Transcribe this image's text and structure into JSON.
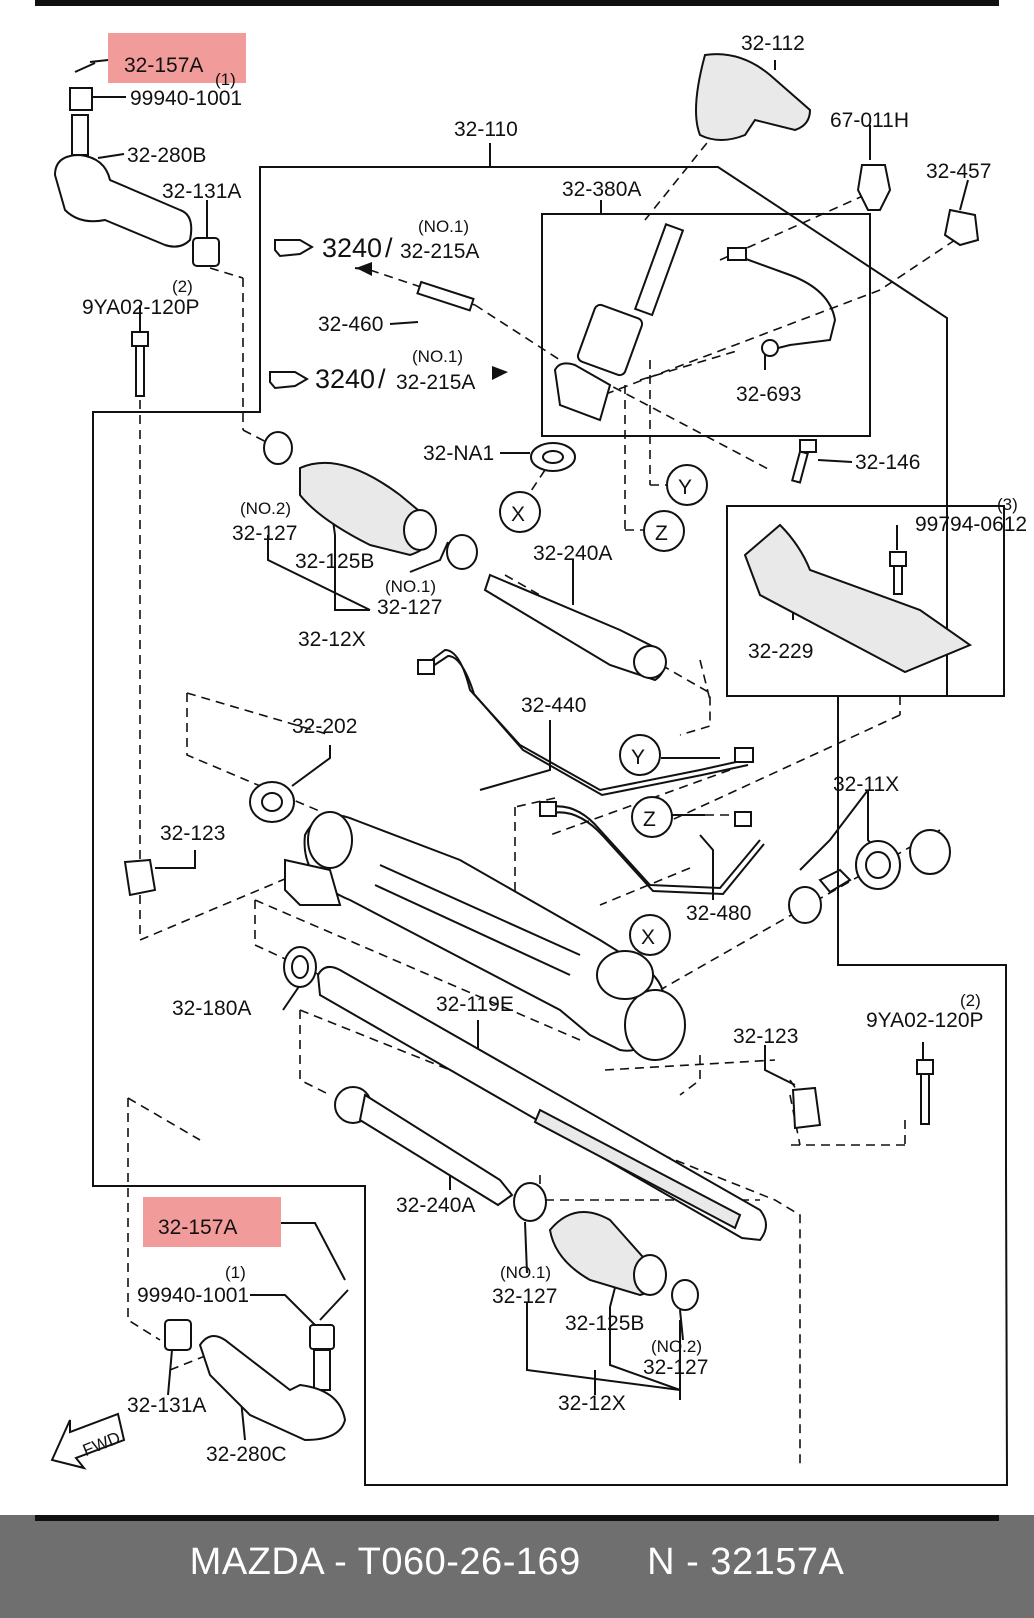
{
  "diagram": {
    "labels": {
      "p32_157A_top": "32-157A",
      "qty_1_top": "(1)",
      "p99940_1001_top": "99940-1001",
      "p32_280B": "32-280B",
      "p32_131A_top": "32-131A",
      "qty_2_top": "(2)",
      "p9YA02_120P_top": "9YA02-120P",
      "p32_110": "32-110",
      "p32_112": "32-112",
      "p67_011H": "67-011H",
      "p32_457": "32-457",
      "p32_380A": "32-380A",
      "ref_3240_a": "3240",
      "ref_no1_a": "(NO.1)",
      "ref_215A_a": "32-215A",
      "p32_460": "32-460",
      "ref_3240_b": "3240",
      "ref_no1_b": "(NO.1)",
      "ref_215A_b": "32-215A",
      "p32_693": "32-693",
      "p32_NA1": "32-NA1",
      "p32_146": "32-146",
      "mark_X_top": "X",
      "mark_Y_top": "Y",
      "mark_Z_top": "Z",
      "qty_3": "(3)",
      "p99794_0612": "99794-0612",
      "no2_127_top": "(NO.2)",
      "p32_127_top_a": "32-127",
      "p32_125B_top": "32-125B",
      "no1_127_top": "(NO.1)",
      "p32_127_top_b": "32-127",
      "p32_12X_top": "32-12X",
      "p32_240A_top": "32-240A",
      "p32_229": "32-229",
      "p32_202": "32-202",
      "p32_440": "32-440",
      "mark_Y_mid": "Y",
      "p32_11X": "32-11X",
      "p32_123_left": "32-123",
      "mark_Z_mid": "Z",
      "p32_480": "32-480",
      "mark_X_mid": "X",
      "p32_180A": "32-180A",
      "p32_119E": "32-119E",
      "p32_123_right": "32-123",
      "qty_2_right": "(2)",
      "p9YA02_120P_right": "9YA02-120P",
      "p32_240A_bottom": "32-240A",
      "p32_157A_bottom": "32-157A",
      "qty_1_bottom": "(1)",
      "p99940_1001_bottom": "99940-1001",
      "no1_127_bottom": "(NO.1)",
      "p32_127_bottom_a": "32-127",
      "p32_125B_bottom": "32-125B",
      "no2_127_bottom": "(NO.2)",
      "p32_127_bottom_b": "32-127",
      "p32_131A_bottom": "32-131A",
      "p32_12X_bottom": "32-12X",
      "p32_280C": "32-280C",
      "fwd": "FWD"
    },
    "highlight_color": "#f08a8a"
  },
  "footer": {
    "text": "MAZDA - T060-26-169      N - 32157A",
    "background": "#6f6f6f",
    "color": "#ffffff"
  }
}
